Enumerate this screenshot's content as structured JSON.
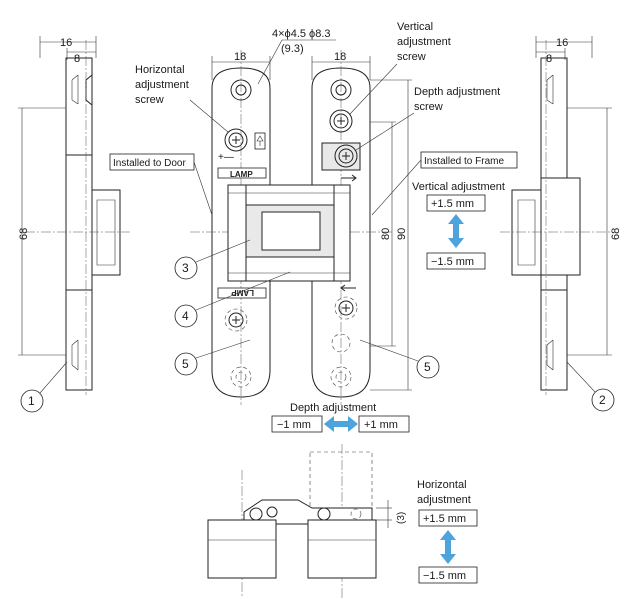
{
  "dimensions": {
    "width_16": "16",
    "width_8": "8",
    "width_18_left": "18",
    "width_18_right": "18",
    "holes": "4×ϕ4.5 ϕ8.3",
    "holes_sub": "(9.3)",
    "height_68_left": "68",
    "height_68_right": "68",
    "height_80": "80",
    "height_90": "90",
    "height_3": "(3)"
  },
  "labels": {
    "horizontal_screw": [
      "Horizontal",
      "adjustment",
      "screw"
    ],
    "vertical_screw": [
      "Vertical",
      "adjustment",
      "screw"
    ],
    "depth_screw": [
      "Depth adjustment",
      "screw"
    ],
    "installed_door": "Installed to Door",
    "installed_frame": "Installed to Frame",
    "vertical_adjustment": "Vertical adjustment",
    "depth_adjustment": "Depth adjustment",
    "horizontal_adjustment": [
      "Horizontal",
      "adjustment"
    ],
    "logo": "LAMP"
  },
  "ranges": {
    "vertical_plus": "+1.5 mm",
    "vertical_minus": "−1.5 mm",
    "depth_minus": "−1 mm",
    "depth_plus": "+1 mm",
    "horizontal_plus": "+1.5 mm",
    "horizontal_minus": "−1.5 mm"
  },
  "callouts": [
    "1",
    "2",
    "3",
    "4",
    "5",
    "5"
  ],
  "colors": {
    "line": "#222222",
    "arrow_blue": "#4da3dc"
  }
}
